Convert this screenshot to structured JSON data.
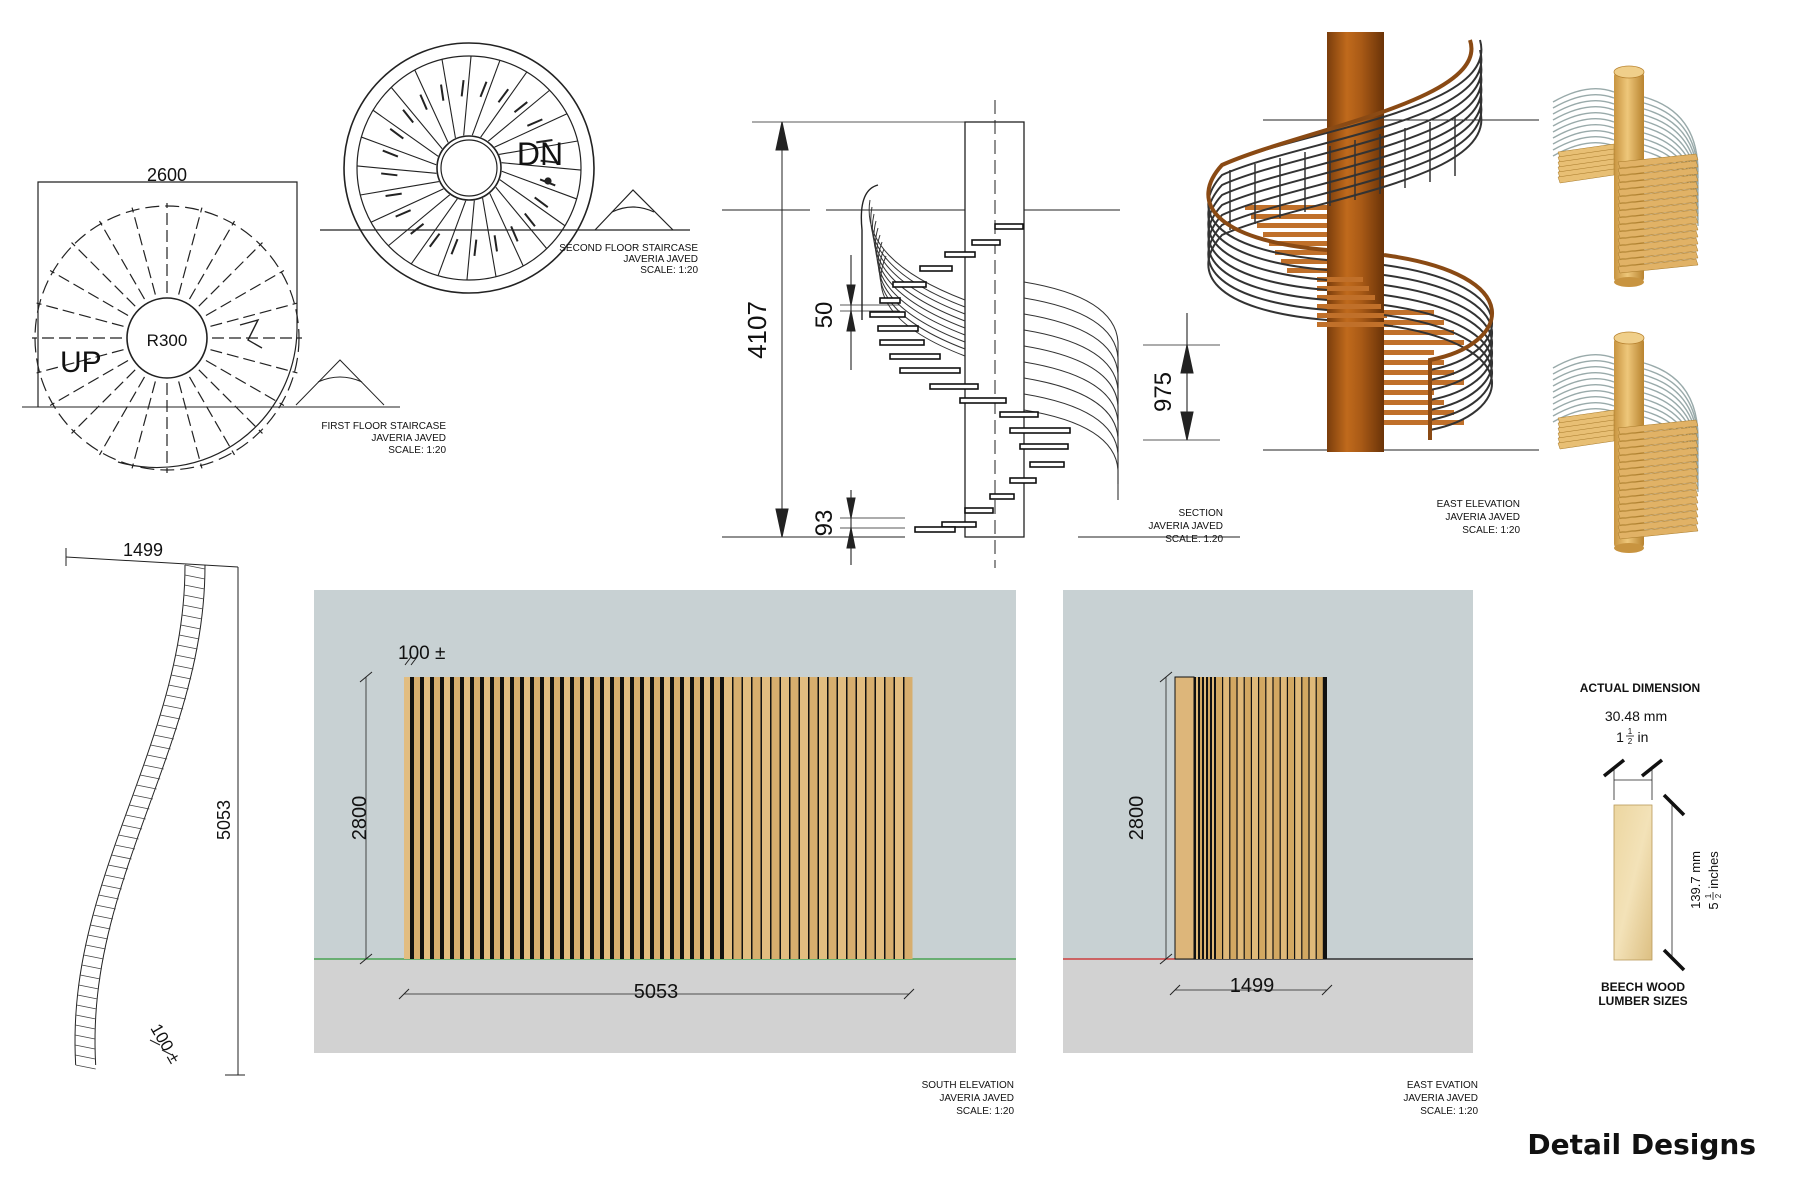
{
  "sheet_title": "Detail Designs",
  "first_floor_plan": {
    "width": "2600",
    "radius": "R300",
    "direction": "UP",
    "caption": [
      "FIRST FLOOR STAIRCASE",
      "JAVERIA JAVED",
      "SCALE: 1:20"
    ]
  },
  "second_floor_plan": {
    "direction": "DN",
    "caption": [
      "SECOND FLOOR STAIRCASE",
      "JAVERIA JAVED",
      "SCALE: 1:20"
    ]
  },
  "section": {
    "height": "4107",
    "riser": "50",
    "base": "93",
    "rail_height": "975",
    "caption": [
      "SECTION",
      "JAVERIA JAVED",
      "SCALE: 1:20"
    ]
  },
  "east_elevation_render": {
    "caption": [
      "EAST ELEVATION",
      "JAVERIA JAVED",
      "SCALE: 1:20"
    ]
  },
  "wall_plan": {
    "width": "1499",
    "length": "5053",
    "slat": "100 ±"
  },
  "south_elevation": {
    "slat": "100 ±",
    "height": "2800",
    "length": "5053",
    "caption": [
      "SOUTH ELEVATION",
      "JAVERIA JAVED",
      "SCALE: 1:20"
    ]
  },
  "east_evation": {
    "height": "2800",
    "width": "1499",
    "caption": [
      "EAST EVATION",
      "JAVERIA JAVED",
      "SCALE: 1:20"
    ]
  },
  "lumber": {
    "title": "ACTUAL  DIMENSION",
    "width_mm": "30.48 mm",
    "width_in": "1",
    "width_in_frac_num": "1",
    "width_in_frac_den": "2",
    "width_in_unit": "in",
    "depth_mm": "139.7 mm",
    "depth_in": "5",
    "depth_in_frac_num": "1",
    "depth_in_frac_den": "2",
    "depth_in_unit": "inches",
    "caption": [
      "BEECH WOOD",
      "LUMBER SIZES"
    ]
  }
}
